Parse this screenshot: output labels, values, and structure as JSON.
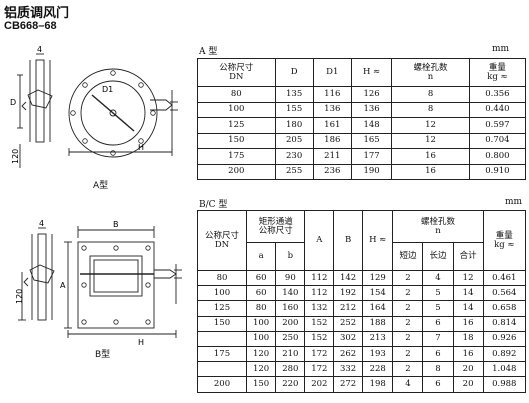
{
  "page": {
    "title": "铝质调风门",
    "code": "CB668–68"
  },
  "drawing_a": {
    "caption": "A型",
    "labels": {
      "d": "D",
      "h120": "120",
      "d1": "D1",
      "h": "H",
      "dim4": "4"
    }
  },
  "drawing_b": {
    "caption": "B型",
    "labels": {
      "b": "B",
      "a": "A",
      "h120": "120",
      "h": "H",
      "dim4": "4"
    }
  },
  "table_a": {
    "label": "A 型",
    "unit": "mm",
    "headers": [
      "公称尺寸\nDN",
      "D",
      "D1",
      "H ≈",
      "螺栓孔数\nn",
      "重量\nkg ≈"
    ],
    "rows": [
      [
        "80",
        "135",
        "116",
        "126",
        "8",
        "0.356"
      ],
      [
        "100",
        "155",
        "136",
        "136",
        "8",
        "0.440"
      ],
      [
        "125",
        "180",
        "161",
        "148",
        "12",
        "0.597"
      ],
      [
        "150",
        "205",
        "186",
        "165",
        "12",
        "0.704"
      ],
      [
        "175",
        "230",
        "211",
        "177",
        "16",
        "0.800"
      ],
      [
        "200",
        "255",
        "236",
        "190",
        "16",
        "0.910"
      ]
    ]
  },
  "table_b": {
    "label": "B/C 型",
    "unit": "mm",
    "headers": {
      "dn": "公称尺寸\nDN",
      "rect": "矩形通道\n公称尺寸",
      "a_big": "A",
      "b_big": "B",
      "h": "H ≈",
      "holes": "螺栓孔数\nn",
      "weight": "重量\nkg ≈",
      "a": "a",
      "b": "b",
      "short": "短边",
      "long": "长边",
      "total": "合计"
    },
    "rows": [
      [
        "80",
        "60",
        "90",
        "112",
        "142",
        "129",
        "2",
        "4",
        "12",
        "0.461"
      ],
      [
        "100",
        "60",
        "140",
        "112",
        "192",
        "154",
        "2",
        "5",
        "14",
        "0.564"
      ],
      [
        "125",
        "80",
        "160",
        "132",
        "212",
        "164",
        "2",
        "5",
        "14",
        "0.658"
      ],
      [
        "150",
        "100",
        "200",
        "152",
        "252",
        "188",
        "2",
        "6",
        "16",
        "0.814"
      ],
      [
        "",
        "100",
        "250",
        "152",
        "302",
        "213",
        "2",
        "7",
        "18",
        "0.926"
      ],
      [
        "175",
        "120",
        "210",
        "172",
        "262",
        "193",
        "2",
        "6",
        "16",
        "0.892"
      ],
      [
        "",
        "120",
        "280",
        "172",
        "332",
        "228",
        "2",
        "8",
        "20",
        "1.048"
      ],
      [
        "200",
        "150",
        "220",
        "202",
        "272",
        "198",
        "4",
        "6",
        "20",
        "0.988"
      ]
    ]
  }
}
